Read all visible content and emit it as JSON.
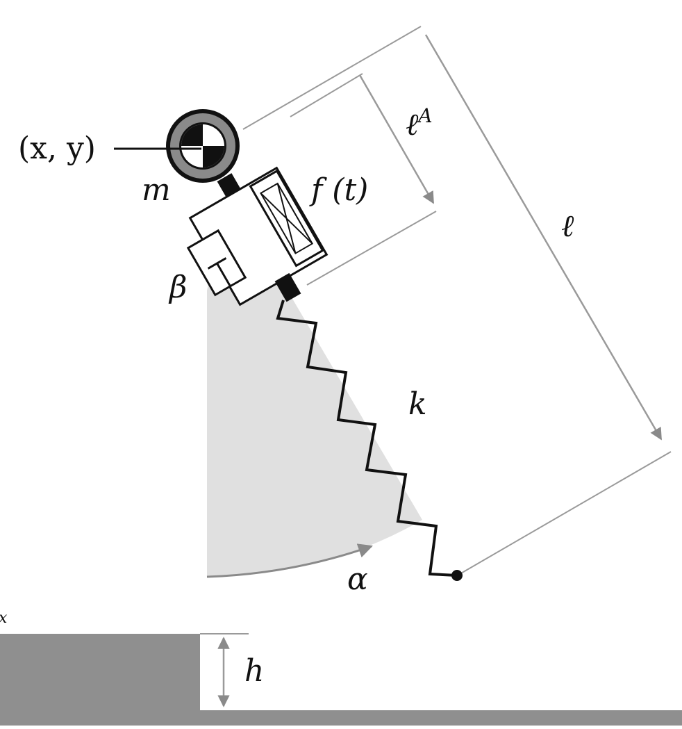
{
  "labels": {
    "position": "(x, y)",
    "mass": "m",
    "force": "f (t)",
    "damper": "β",
    "rest_length_base": "ℓ",
    "rest_length_sup": "A",
    "leg_length": "ℓ",
    "spring": "k",
    "angle": "α",
    "step_height": "h",
    "corner_mark": "x"
  },
  "colors": {
    "wedge": "#e0e0e0",
    "ground": "#8f8f8f",
    "dimension": "#9a9a9a",
    "ink": "#111111",
    "ring": "#8a8a8a"
  },
  "icons": {
    "mass_marker": "center-of-mass-icon",
    "actuator": "actuator-x-box-icon",
    "damper": "dashpot-icon",
    "foot": "pivot-dot-icon"
  }
}
